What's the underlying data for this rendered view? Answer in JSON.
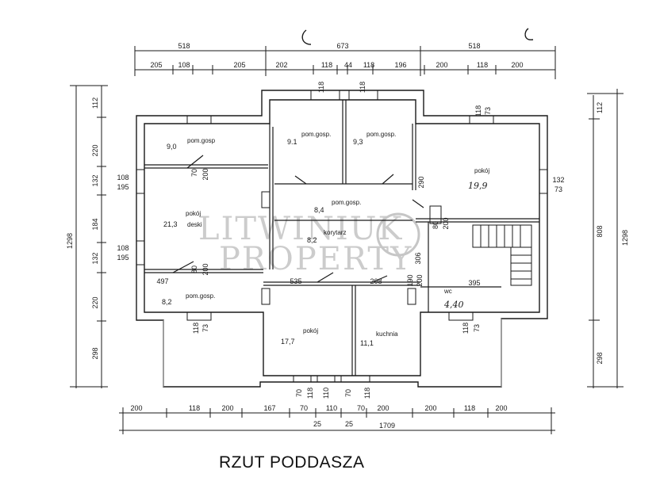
{
  "caption": "RZUT PODDASZA",
  "watermark": {
    "line1": "LITWINIUK",
    "line2": "PROPERTY"
  },
  "dims_top_major": [
    "518",
    "673",
    "518"
  ],
  "dims_top_minor": [
    "205",
    "108",
    "205",
    "202",
    "118",
    "44",
    "118",
    "196",
    "200",
    "118",
    "200"
  ],
  "dims_top_window": [
    "118",
    "118"
  ],
  "dims_bottom_minor": [
    "200",
    "118",
    "200",
    "167",
    "70",
    "110",
    "70",
    "200",
    "200",
    "118",
    "200"
  ],
  "dims_bottom_small": [
    "25",
    "25"
  ],
  "dims_bottom_total": "1709",
  "dims_left_outer": [
    "112",
    "220",
    "132",
    "184",
    "132",
    "220",
    "298"
  ],
  "dims_left_total": "1298",
  "dims_left_inner": [
    "108",
    "195",
    "108",
    "195"
  ],
  "dims_right_outer": [
    "112",
    "808",
    "298"
  ],
  "dims_right_total": "1298",
  "dims_right_inner": [
    "132",
    "73"
  ],
  "dims_windows": [
    "118",
    "73",
    "118",
    "73",
    "118",
    "73",
    "70",
    "118",
    "110",
    "70",
    "118"
  ],
  "dims_internal": [
    "70",
    "200",
    "80",
    "200",
    "497",
    "535",
    "208",
    "395",
    "290",
    "80",
    "200",
    "306",
    "190",
    "200"
  ],
  "rooms": [
    {
      "label": "pom.gosp",
      "area": "9,0"
    },
    {
      "label": "pom.gosp.",
      "area": "9.1"
    },
    {
      "label": "pom.gosp.",
      "area": "9,3"
    },
    {
      "label": "pokój",
      "area": "19,9"
    },
    {
      "label": "pokój",
      "area": "21,3",
      "extra": "deski"
    },
    {
      "label": "pom.gosp.",
      "area": "8,4"
    },
    {
      "label": "korytarz",
      "area": "8,2"
    },
    {
      "label": "pom.gosp.",
      "area": "8,2"
    },
    {
      "label": "pokój",
      "area": "17,7"
    },
    {
      "label": "kuchnia",
      "area": "11,1"
    },
    {
      "label": "wc",
      "area": "4,40"
    }
  ]
}
